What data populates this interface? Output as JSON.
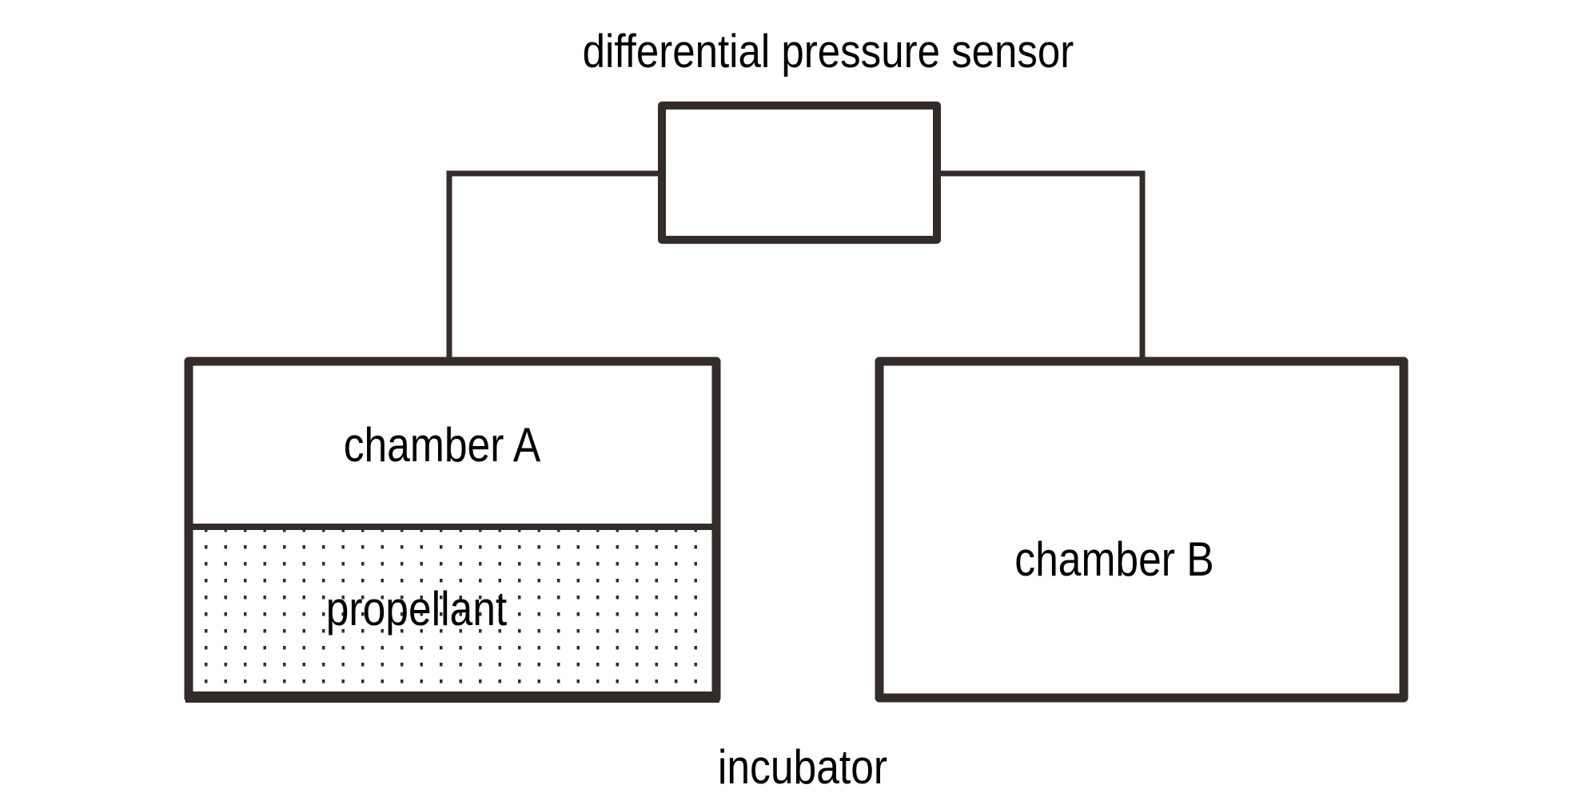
{
  "labels": {
    "sensor": "differential pressure sensor",
    "chamber_a": "chamber A",
    "propellant": "propellant",
    "chamber_b": "chamber B",
    "incubator": "incubator"
  },
  "colors": {
    "stroke": "#332c2a",
    "text": "#000000",
    "background": "#ffffff",
    "dots": "#332c2a"
  }
}
